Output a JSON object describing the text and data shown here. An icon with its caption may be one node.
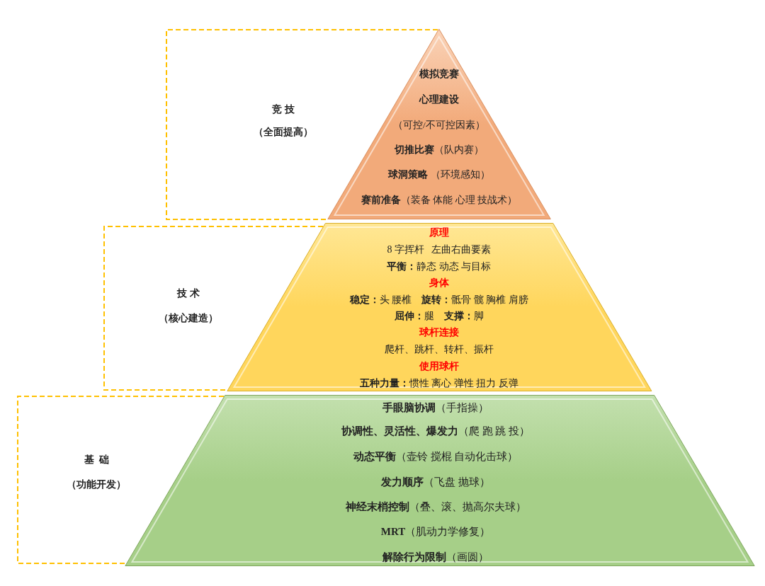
{
  "diagram": {
    "nodes": [
      {
        "text": [
          "竞 技",
          "（全面提高）"
        ]
      },
      {
        "text": [
          "模拟竞赛",
          "心理建设",
          "（可控/不可控因素）",
          "**切推比赛**（队内赛）",
          "**球洞策略** （环境感知）",
          "**赛前准备**（装备 体能 心理 技战术）"
        ]
      },
      {
        "text": [
          "技 术",
          "（核心建造）"
        ]
      },
      {
        "text": [
          "原理",
          "8 字挥杆   左曲右曲要素",
          "**平衡：**静态 动态 与目标",
          "身体",
          "**稳定：**头 腰椎    **旋转：**骶骨 髋 胸椎 肩膀",
          "**屈伸：**腿    **支撑：**脚",
          "球杆连接",
          "爬杆、跳杆、转杆、振杆",
          "使用球杆",
          "**五种力量：**惯性 离心 弹性 扭力 反弹"
        ]
      },
      {
        "text": [
          "基  础",
          "（功能开发）"
        ]
      },
      {
        "text": [
          "**手眼脑协调**（手指操）",
          "**协调性、灵活性、爆发力**（爬 跑 跳 投）",
          "**动态平衡**（壶铃 搅棍 自动化击球）",
          "**发力顺序**（飞盘 抛球）",
          "**神经末梢控制**（叠、滚、抛高尔夫球）",
          "**MRT**（肌动力学修复）",
          "**解除行为限制**（画圆）"
        ]
      }
    ]
  }
}
